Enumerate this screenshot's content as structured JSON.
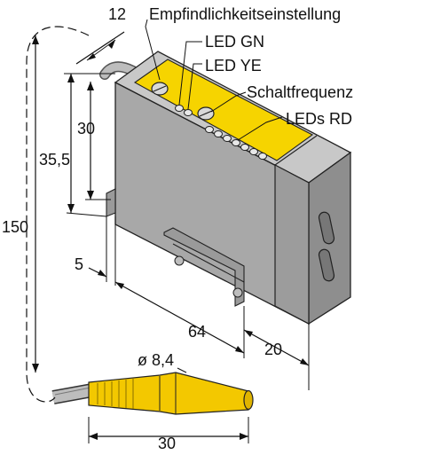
{
  "labels": {
    "sensitivity": "Empfindlichkeitseinstellung",
    "led_gn": "LED GN",
    "led_ye": "LED YE",
    "switching_freq": "Schaltfrequenz",
    "leds_rd": "LEDs RD"
  },
  "dimensions": {
    "d12": "12",
    "d30_height": "30",
    "d35_5": "35,5",
    "d150": "150",
    "d5": "5",
    "d64": "64",
    "d20": "20",
    "d8_4": "ø 8,4",
    "d30_plug": "30"
  },
  "colors": {
    "housing_front": "#a9a9a9",
    "housing_side": "#8c8c8c",
    "housing_top": "#c4c4c4",
    "label_yellow": "#f6d400",
    "plug_yellow": "#f3c800",
    "cable": "#b9b9b9"
  }
}
